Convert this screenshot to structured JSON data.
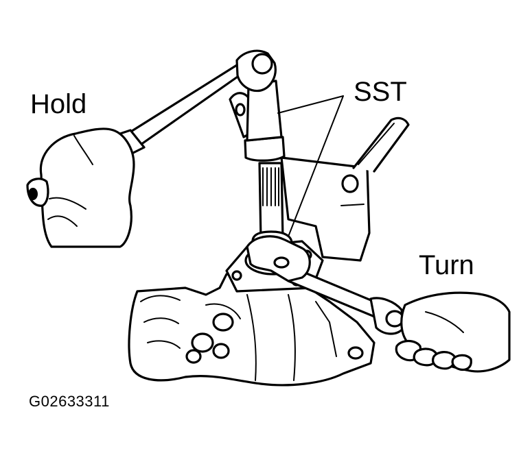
{
  "labels": {
    "hold": "Hold",
    "sst": "SST",
    "turn": "Turn",
    "figure_code": "G02633311"
  },
  "icons": [
    "hand-icon",
    "wrench-icon",
    "socket-wrench-icon"
  ],
  "colors": {
    "ink": "#000000",
    "background": "#ffffff"
  }
}
